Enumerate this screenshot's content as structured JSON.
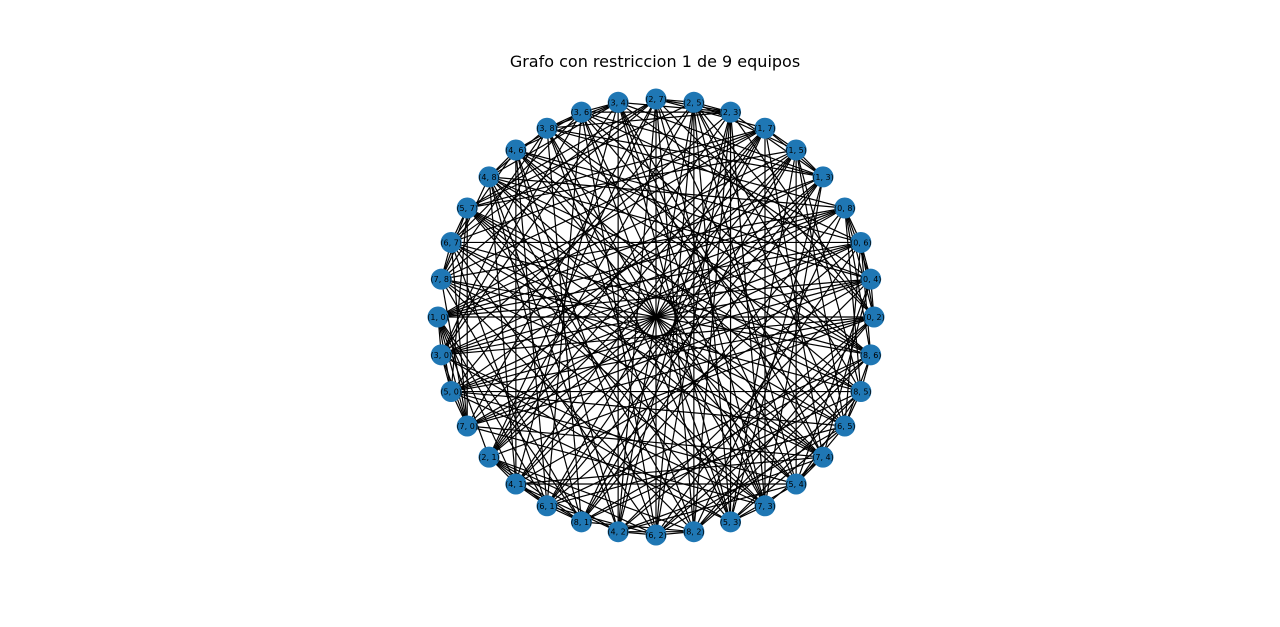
{
  "figure": {
    "title": "Grafo con restriccion 1 de 9 equipos"
  },
  "graph": {
    "node_color": "#1f77b4",
    "edge_color": "#000000",
    "layout": "circular",
    "nodes": [
      "(0, 2)",
      "(0, 4)",
      "(0, 6)",
      "(0, 8)",
      "(1, 3)",
      "(1, 5)",
      "(1, 7)",
      "(2, 3)",
      "(2, 5)",
      "(2, 7)",
      "(3, 4)",
      "(3, 6)",
      "(3, 8)",
      "(4, 6)",
      "(4, 8)",
      "(5, 7)",
      "(6, 7)",
      "(7, 8)",
      "(1, 0)",
      "(3, 0)",
      "(5, 0)",
      "(7, 0)",
      "(2, 1)",
      "(4, 1)",
      "(6, 1)",
      "(8, 1)",
      "(4, 2)",
      "(6, 2)",
      "(8, 2)",
      "(5, 3)",
      "(7, 3)",
      "(5, 4)",
      "(7, 4)",
      "(6, 5)",
      "(8, 5)",
      "(8, 6)"
    ]
  }
}
